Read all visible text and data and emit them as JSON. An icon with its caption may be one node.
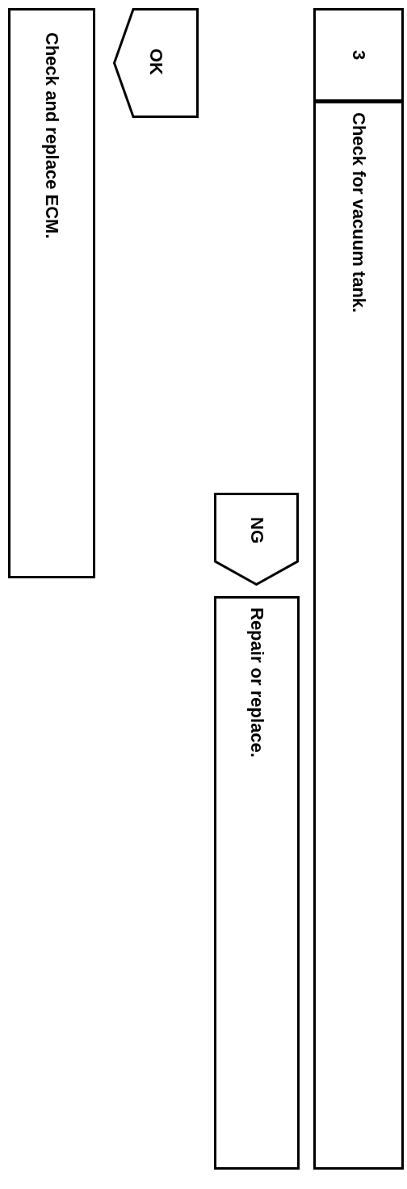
{
  "diagram": {
    "nodes": [
      {
        "text": [
          "3"
        ]
      },
      {
        "text": [
          "Check for vacuum tank."
        ]
      },
      {
        "text": [
          "NG"
        ]
      },
      {
        "text": [
          "Repair or replace."
        ]
      },
      {
        "text": [
          "OK"
        ]
      },
      {
        "text": [
          "Check and replace ECM."
        ]
      }
    ]
  }
}
